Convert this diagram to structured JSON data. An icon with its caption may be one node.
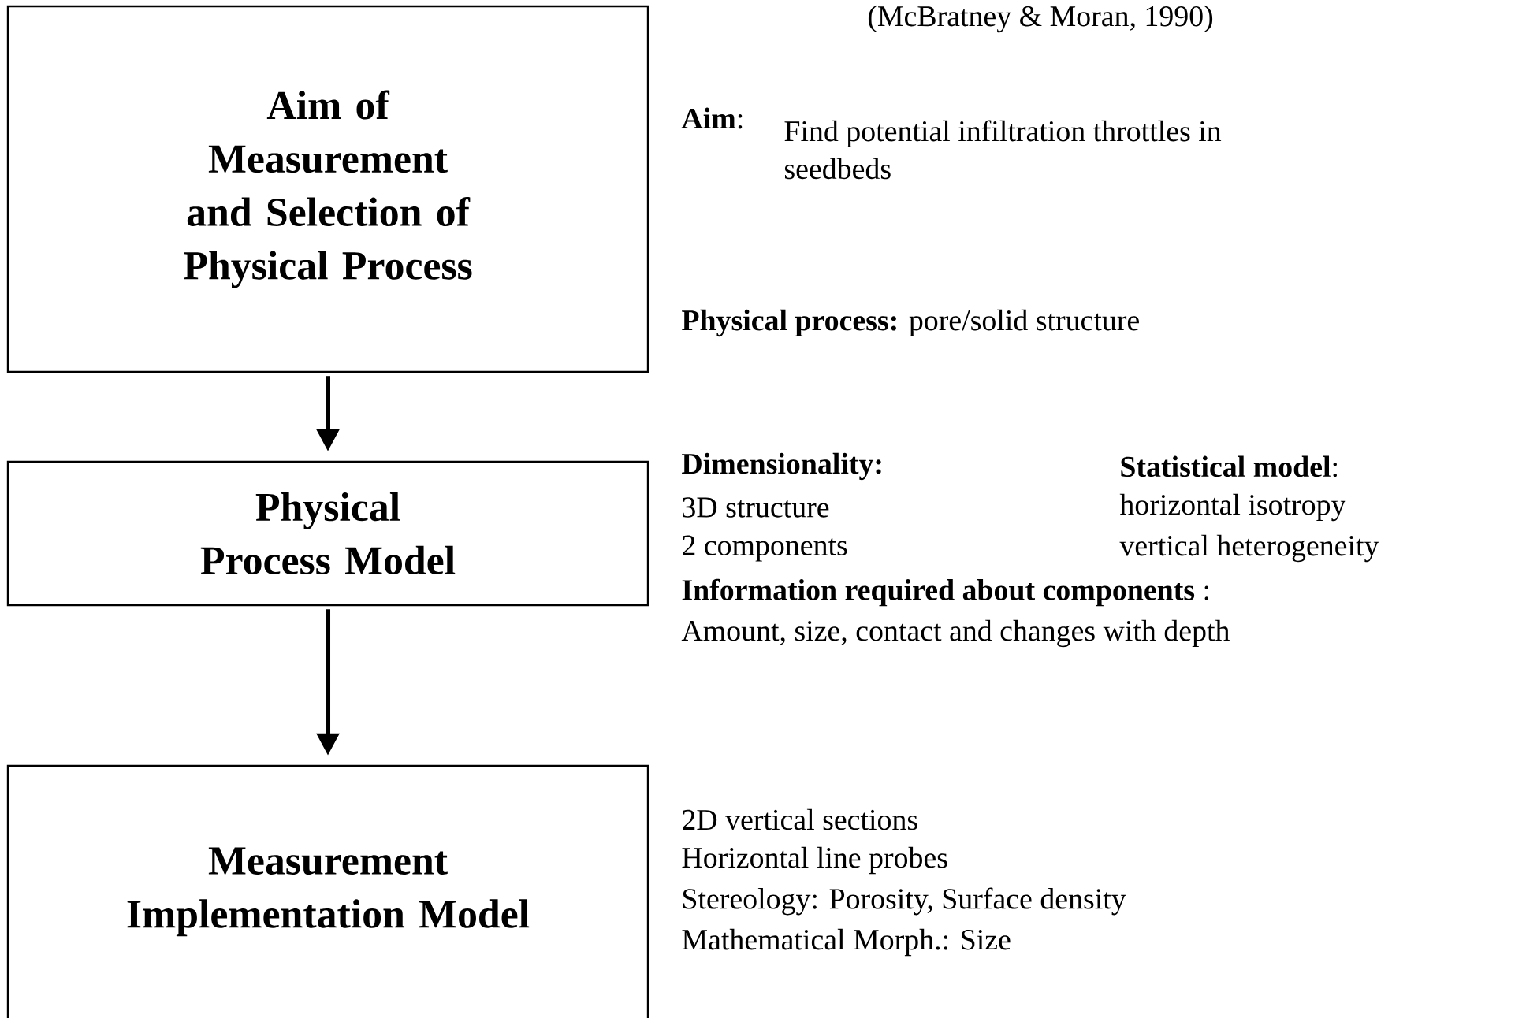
{
  "diagram": {
    "nodes": [
      {
        "text": [
          "Aim of Measurement and Selection of Physical Process"
        ]
      },
      {
        "text": [
          "Physical Process Model"
        ]
      },
      {
        "text": [
          "Measurement Implementation Model"
        ]
      }
    ],
    "edges": [
      {
        "from": 0,
        "to": 1,
        "arrow": "to"
      },
      {
        "from": 1,
        "to": 2,
        "arrow": "to"
      }
    ],
    "labels": [
      "(McBratney & Moran, 1990)",
      "**Aim**:",
      "Find potential infiltration throttles in seedbeds",
      "**Physical process:** pore/solid structure",
      "**Dimensionality:**",
      "**Statistical model**:",
      "3D structure",
      "horizontal isotropy",
      "2 components",
      "vertical heterogeneity",
      "**Information required about components** :",
      "Amount, size, contact and changes with depth",
      "2D vertical sections",
      "Horizontal line probes",
      "Stereology: Porosity, Surface density",
      "Mathematical Morph.: Size"
    ]
  }
}
